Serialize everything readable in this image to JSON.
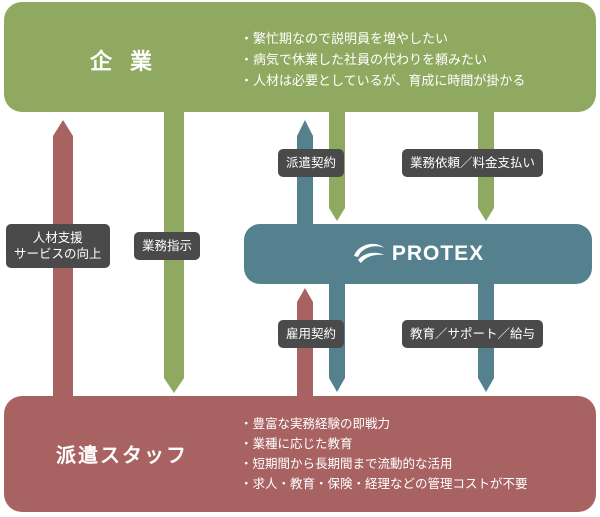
{
  "company": {
    "title": "企業",
    "bullets": [
      "・繁忙期なので説明員を増やしたい",
      "・病気で休業した社員の代わりを頼みたい",
      "・人材は必要としているが、育成に時間が掛かる"
    ],
    "color": "#8faa60"
  },
  "protex": {
    "logo_text": "PROTEX",
    "color": "#55818f"
  },
  "staff": {
    "title": "派遣スタッフ",
    "bullets": [
      "・豊富な実務経験の即戦力",
      "・業種に応じた教育",
      "・短期間から長期間まで流動的な活用",
      "・求人・教育・保険・経理などの管理コストが不要"
    ],
    "color": "#a86262"
  },
  "labels": {
    "haken_keiyaku": "派遣契約",
    "gyomu_irai": "業務依頼／料金支払い",
    "gyomu_shiji": "業務指示",
    "jinzai_shien_1": "人材支援",
    "jinzai_shien_2": "サービスの向上",
    "koyou_keiyaku": "雇用契約",
    "kyouiku_support": "教育／サポート／給与"
  },
  "arrow_colors": {
    "green": "#8faa60",
    "red": "#a86262",
    "blue": "#55818f"
  }
}
